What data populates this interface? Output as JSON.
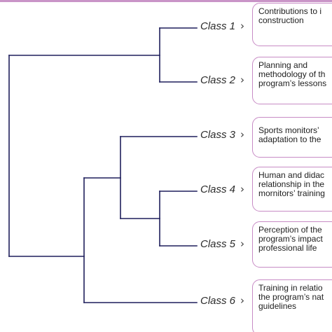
{
  "classes": [
    {
      "label": "Class 1",
      "arrow": "›",
      "description": "Contributions to i\nconstruction"
    },
    {
      "label": "Class 2",
      "arrow": "›",
      "description": "Planning and\nmethodology of th\nprogram’s lessons"
    },
    {
      "label": "Class 3",
      "arrow": "›",
      "description": "Sports monitors’\nadaptation to the"
    },
    {
      "label": "Class 4",
      "arrow": "›",
      "description": "Human and didac\nrelationship in the\nmornitors’ training"
    },
    {
      "label": "Class 5",
      "arrow": "›",
      "description": "Perception of the\nprogram’s impact\nprofessional life"
    },
    {
      "label": "Class 6",
      "arrow": "›",
      "description": "Training in relatio\nthe program’s nat\nguidelines"
    }
  ],
  "colors": {
    "tree_line": "#1f1f5c",
    "box_border": "#c78bc5",
    "accent_rule": "#c994c7"
  }
}
